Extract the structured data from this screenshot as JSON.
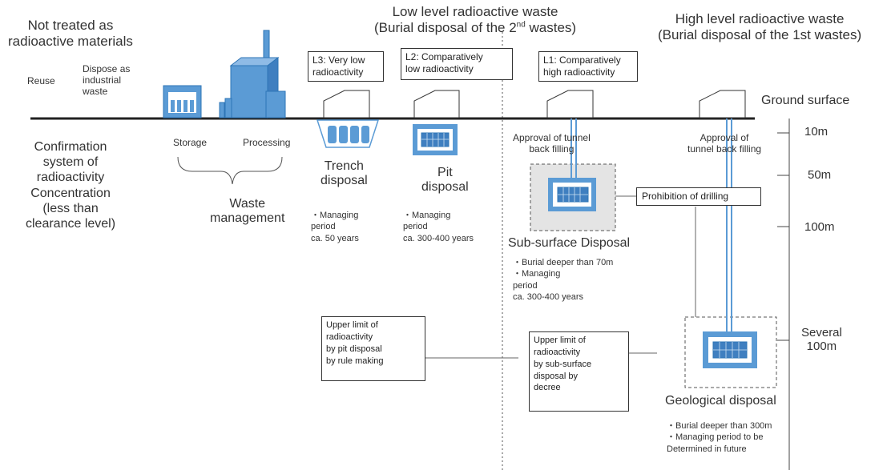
{
  "header": {
    "not_treated_line1": "Not treated as",
    "not_treated_line2": "radioactive materials",
    "llw_line1": "Low level radioactive waste",
    "llw_line2": "(Burial disposal of the 2",
    "llw_line2_sup": "nd",
    "llw_line2_end": " wastes)",
    "hlw_line1": "High level radioactive waste",
    "hlw_line2": "(Burial disposal of the 1st wastes)"
  },
  "left": {
    "reuse": "Reuse",
    "dispose_industrial": "Dispose as\nindustrial\nwaste",
    "confirmation": "Confirmation\nsystem of\nradioactivity\nConcentration\n(less than\nclearance level)",
    "storage": "Storage",
    "processing": "Processing",
    "waste_management": "Waste\nmanagement"
  },
  "level_boxes": {
    "l3": "L3: Very low\nradioactivity",
    "l2": "L2:  Comparatively\nlow radioactivity",
    "l1": "L1:  Comparatively\nhigh radioactivity"
  },
  "ground_surface": "Ground surface",
  "depths": {
    "d10": "10m",
    "d50": "50m",
    "d100": "100m",
    "several": "Several\n100m"
  },
  "trench": {
    "title": "Trench\ndisposal",
    "period": "・Managing\nperiod\nca. 50 years"
  },
  "pit": {
    "title": "Pit\ndisposal",
    "period": "・Managing\nperiod\nca. 300-400 years"
  },
  "subsurface": {
    "approval": "Approval of tunnel\nback filling",
    "title": "Sub-surface Disposal",
    "details": "・Burial deeper than 70m\n・Managing\nperiod\nca. 300-400 years"
  },
  "geological": {
    "approval": "Approval of\ntunnel back filling",
    "title": "Geological disposal",
    "details": "・Burial deeper than 300m\n・Managing period to be\nDetermined in future"
  },
  "callouts": {
    "prohibition": "Prohibition of drilling",
    "pit_limit": "Upper limit of\nradioactivity\nby pit disposal\nby rule making",
    "subsurface_limit": "Upper limit of\nradioactivity\nby sub-surface\ndisposal by\ndecree"
  },
  "colors": {
    "blue": "#5b9bd5",
    "blue_dark": "#2e75b6",
    "line": "#222222",
    "gray_fill": "#e4e4e4"
  }
}
